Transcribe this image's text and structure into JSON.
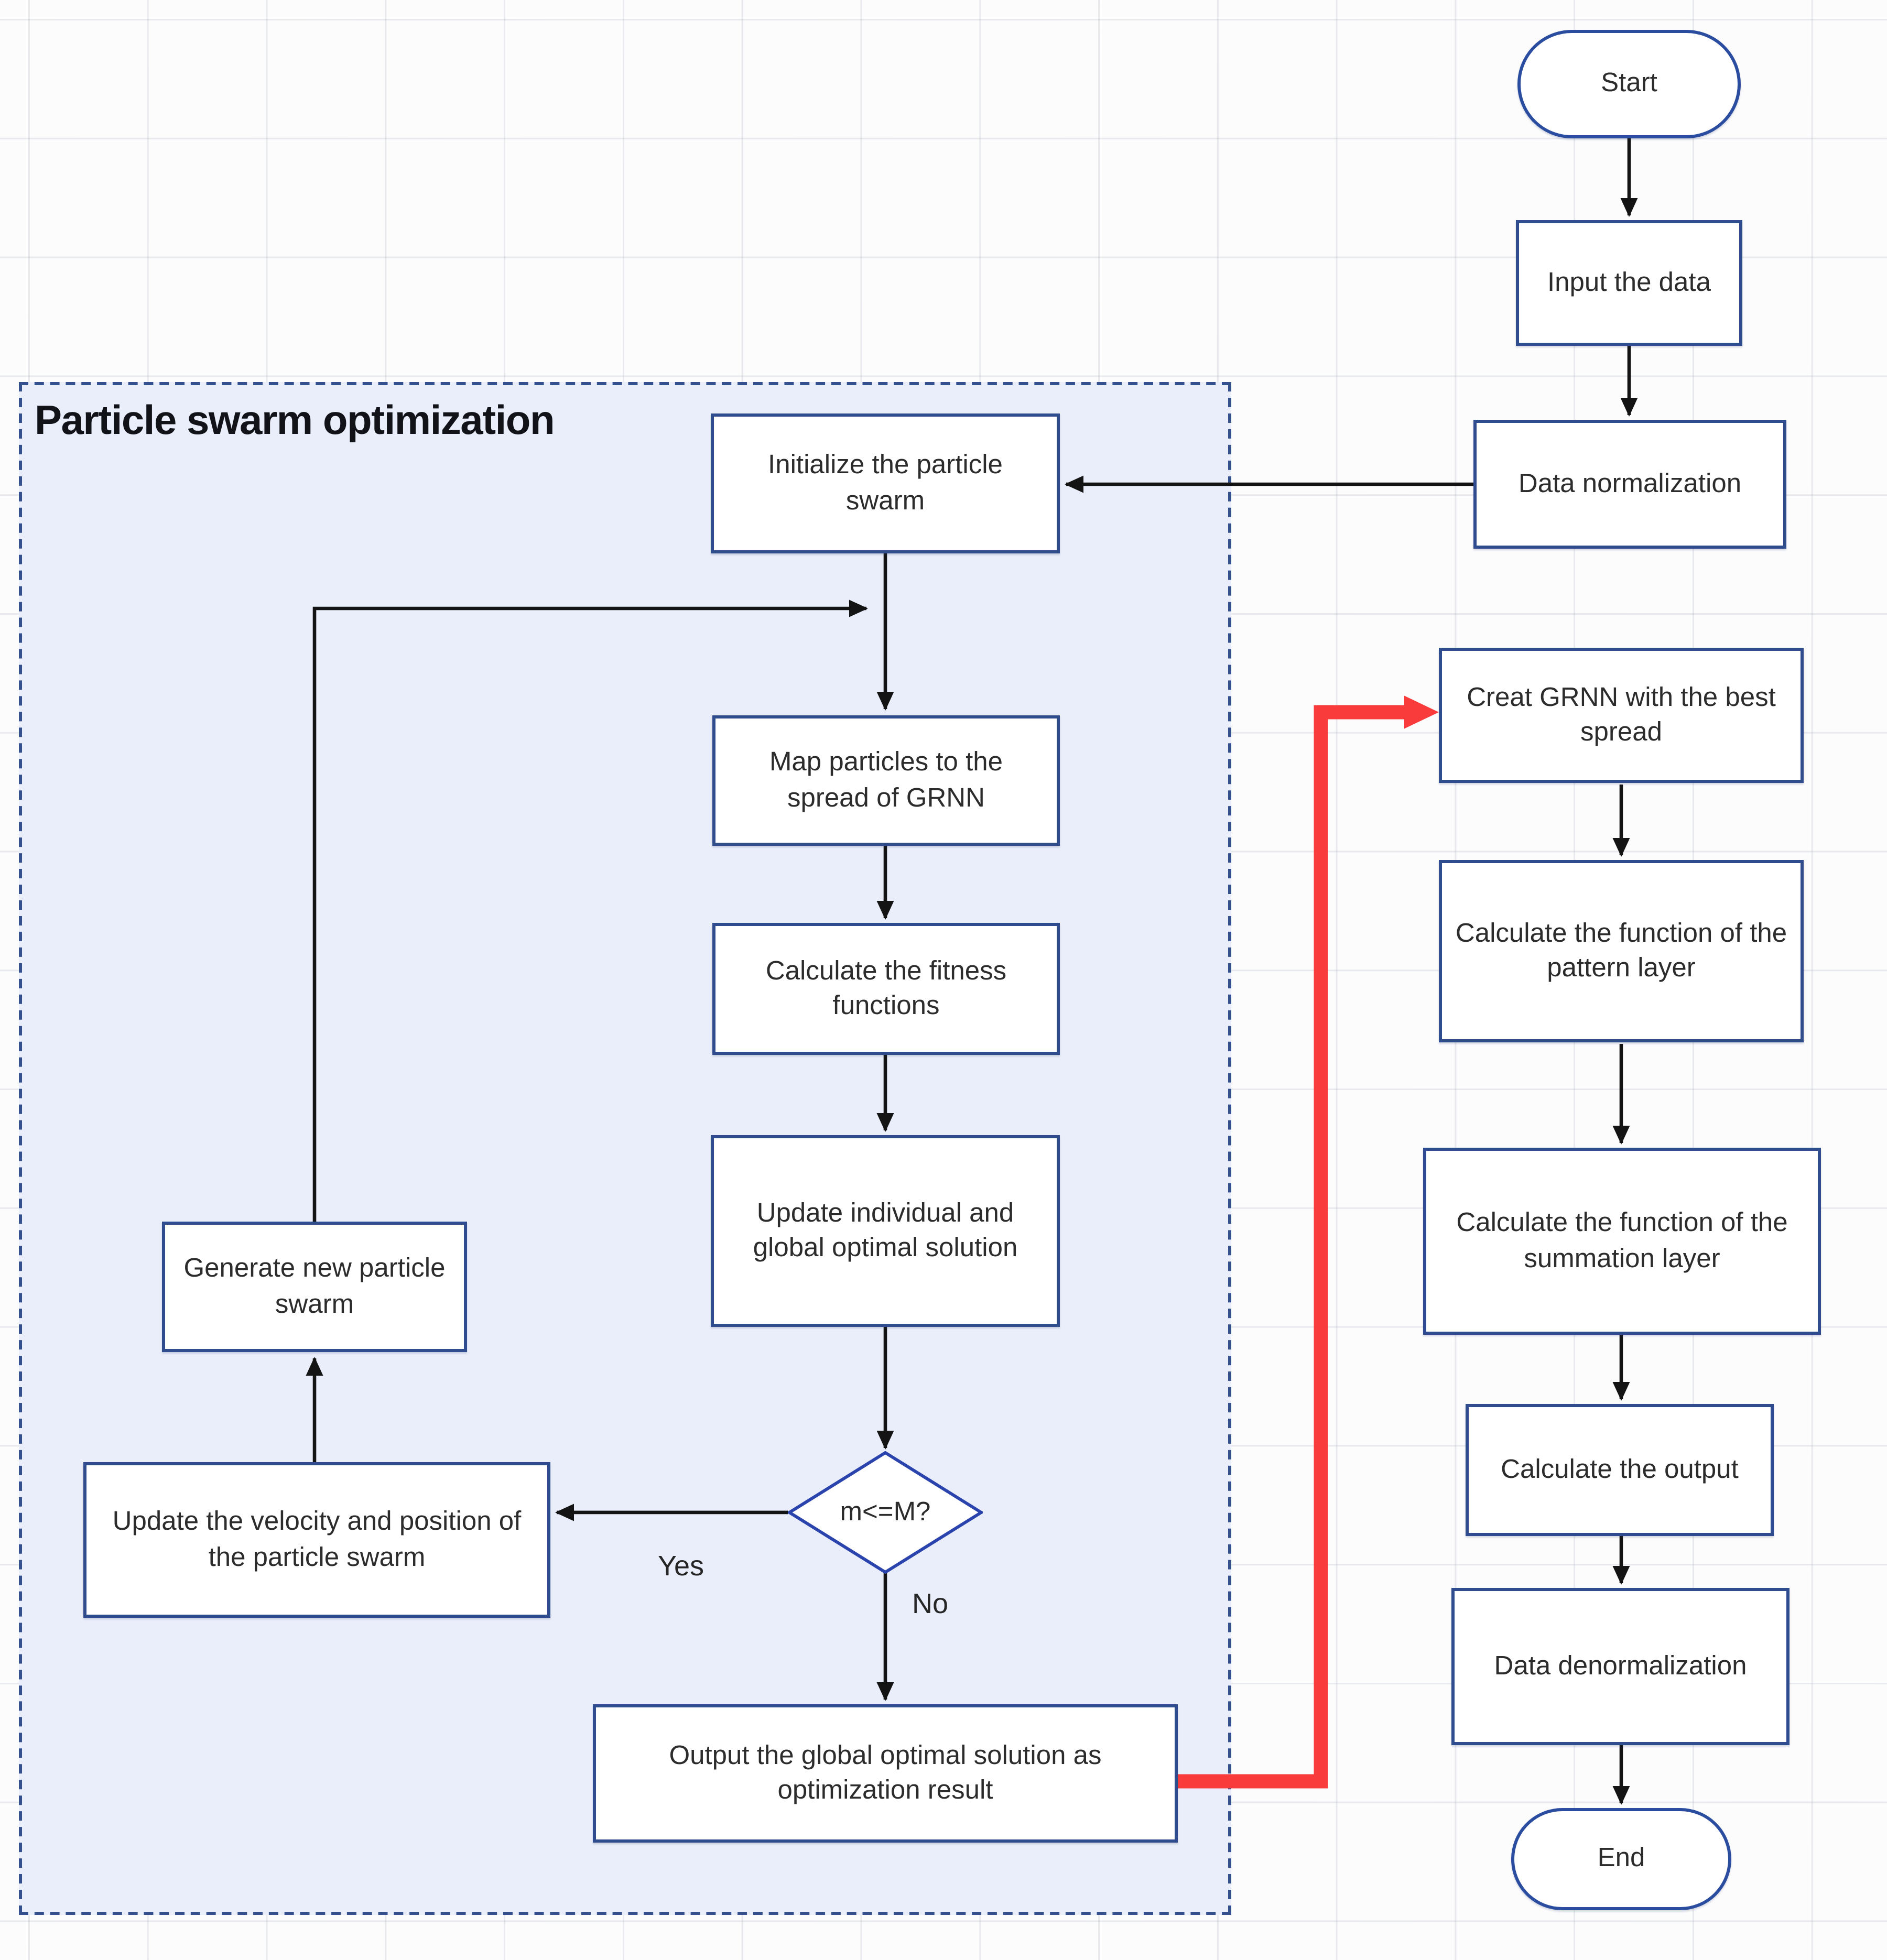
{
  "diagram": {
    "container": {
      "label": "Particle swarm optimization"
    },
    "nodes": {
      "start": {
        "label": "Start"
      },
      "input": {
        "label": "Input the data"
      },
      "normalize": {
        "label": "Data normalization"
      },
      "initialize": {
        "label": "Initialize the particle swarm"
      },
      "map": {
        "label": "Map particles to the spread of GRNN"
      },
      "fitness": {
        "label": "Calculate the fitness functions"
      },
      "update_solution": {
        "label": "Update individual and global optimal solution"
      },
      "decision": {
        "label": "m<=M?"
      },
      "update_velocity": {
        "label": "Update the velocity and position of the particle swarm"
      },
      "generate": {
        "label": "Generate  new particle swarm"
      },
      "output": {
        "label": "Output the global  optimal solution as optimization result"
      },
      "create_grnn": {
        "label": "Creat GRNN with the best spread"
      },
      "pattern_layer": {
        "label": "Calculate  the function of the pattern layer"
      },
      "summation_layer": {
        "label": "Calculate  the function of the summation layer"
      },
      "calc_output": {
        "label": "Calculate the output"
      },
      "denormalize": {
        "label": "Data denormalization"
      },
      "end": {
        "label": "End"
      }
    },
    "edge_labels": {
      "yes": "Yes",
      "no": "No"
    },
    "colors": {
      "node_border": "#2f4d8e",
      "decision_border": "#2b44ad",
      "container_fill": "#e9eefa",
      "container_border": "#35508f",
      "arrow": "#141414",
      "loop_highlight_arrow": "#f93b3b"
    }
  }
}
